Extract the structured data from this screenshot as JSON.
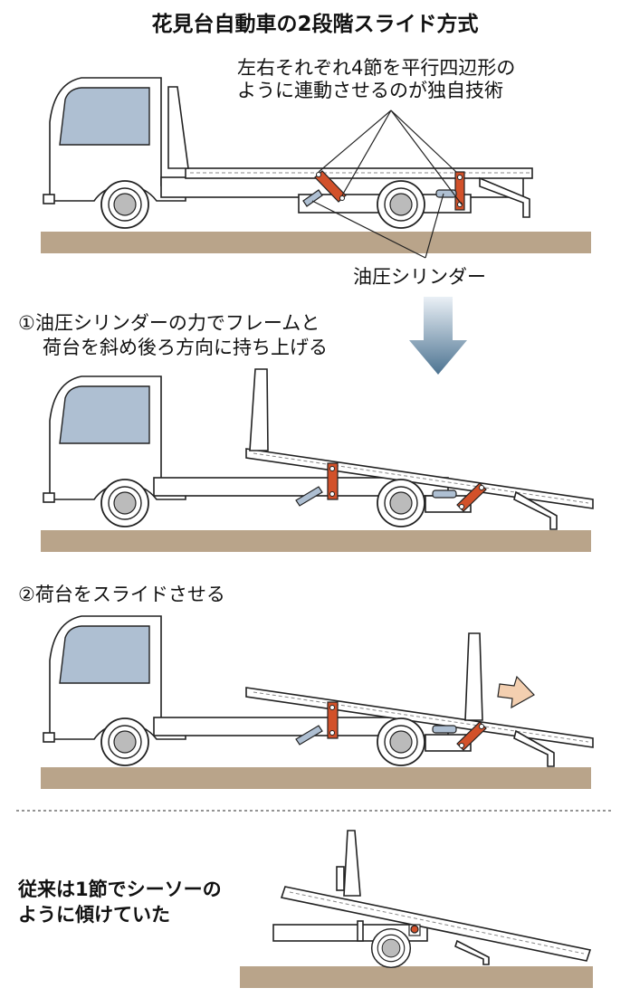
{
  "title": "花見台自動車の2段階スライド方式",
  "annotation_top": [
    "左右それぞれ4節を平行四辺形の",
    "ように連動させるのが独自技術"
  ],
  "cylinder_label": "油圧シリンダー",
  "step1": [
    "①油圧シリンダーの力でフレームと",
    "荷台を斜め後ろ方向に持ち上げる"
  ],
  "step2": "②荷台をスライドさせる",
  "conventional": [
    "従来は1節でシーソーの",
    "ように傾けていた"
  ],
  "colors": {
    "ground": "#b9a48a",
    "arm": "#d2512a",
    "window": "#aebfd2",
    "arrow_top": "#e6eef6",
    "arrow_bottom": "#4c7391",
    "slide_arrow": "#f3cfb0"
  }
}
